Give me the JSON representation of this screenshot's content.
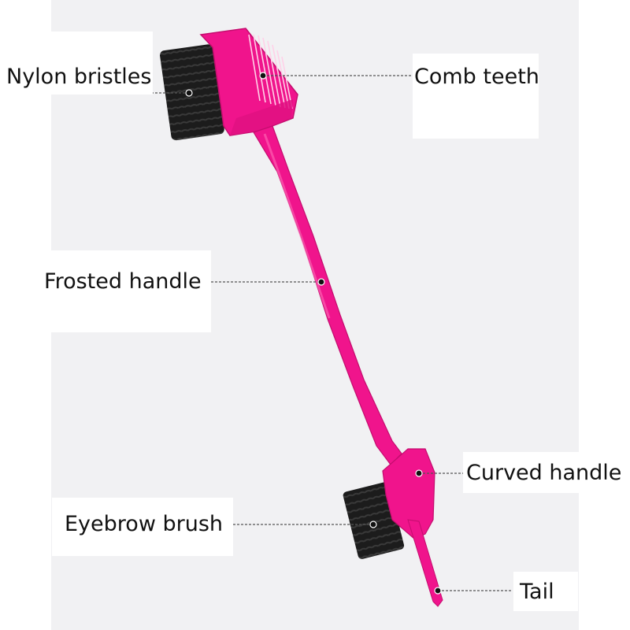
{
  "diagram": {
    "labels": {
      "nylon_bristles": "Nylon bristles",
      "comb_teeth": "Comb teeth",
      "frosted_handle": "Frosted handle",
      "curved_handle": "Curved handle",
      "eyebrow_brush": "Eyebrow brush",
      "tail": "Tail"
    }
  },
  "colors": {
    "background_panel": "#f1f1f3",
    "brush_pink": "#f0148c",
    "brush_pink_dark": "#c40d6e",
    "bristles": "#222222",
    "leader_line": "#555555"
  }
}
